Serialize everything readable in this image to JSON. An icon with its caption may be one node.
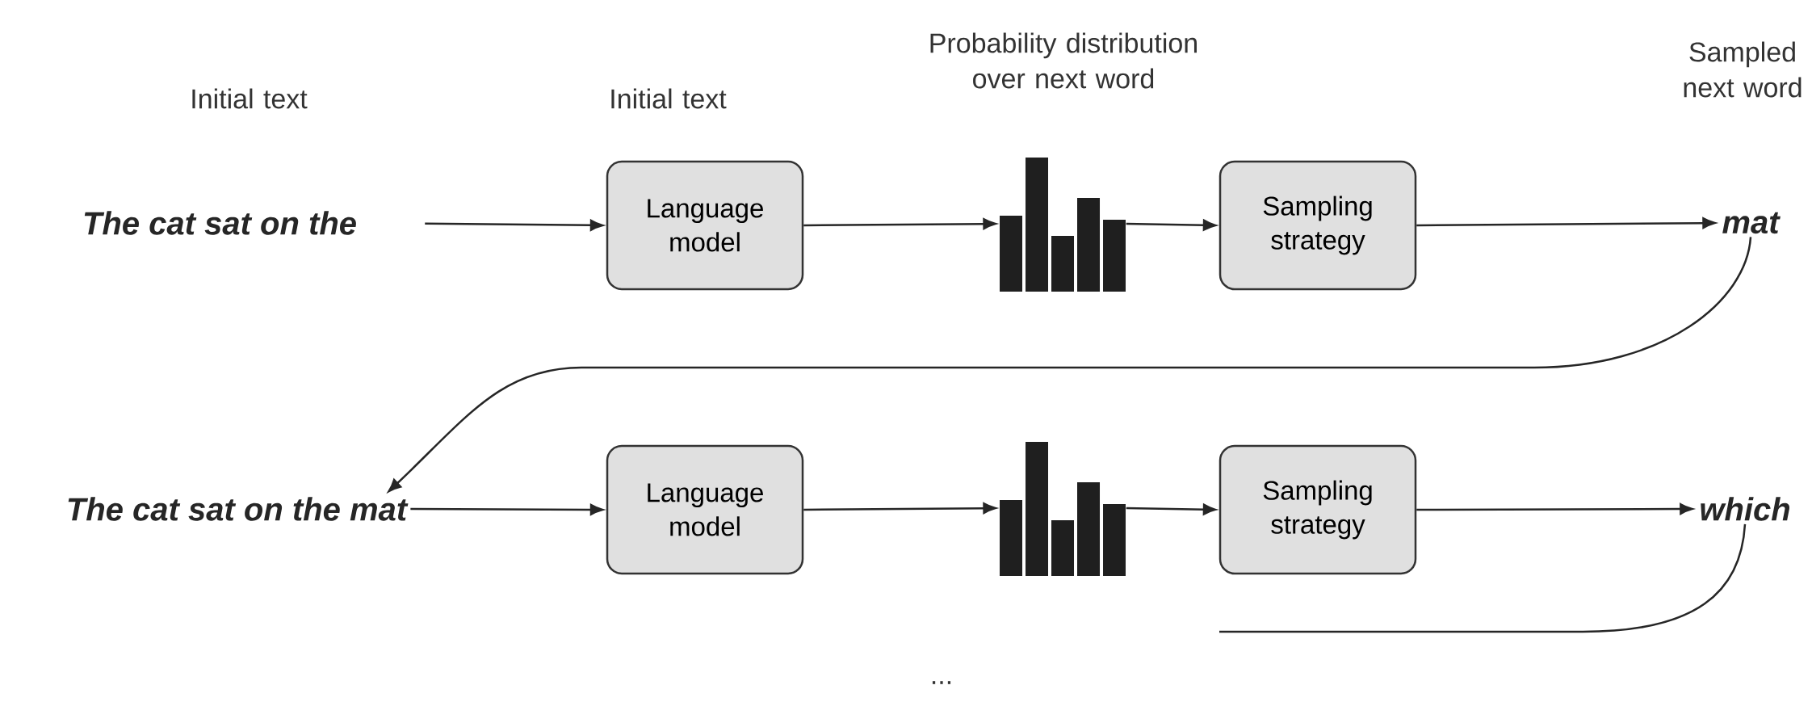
{
  "diagram": {
    "nodes": [
      {
        "text": [
          "The cat sat on the"
        ]
      },
      {
        "text": [
          "Language model"
        ]
      },
      {
        "text": [],
        "shape": "picture"
      },
      {
        "text": [
          "Sampling strategy"
        ]
      },
      {
        "text": [
          "mat"
        ]
      },
      {
        "text": [
          "The cat sat on the mat"
        ]
      },
      {
        "text": [
          "Language model"
        ]
      },
      {
        "text": [],
        "shape": "picture"
      },
      {
        "text": [
          "Sampling strategy"
        ]
      },
      {
        "text": [
          "which"
        ]
      }
    ],
    "edges": [
      {
        "from": 0,
        "to": 1,
        "arrow": "to"
      },
      {
        "from": 1,
        "to": 2,
        "arrow": "to"
      },
      {
        "from": 2,
        "to": 3,
        "arrow": "to"
      },
      {
        "from": 3,
        "to": 4,
        "arrow": "to"
      },
      {
        "from": 4,
        "to": 5,
        "arrow": "to"
      },
      {
        "from": 5,
        "to": 6,
        "arrow": "to"
      },
      {
        "from": 6,
        "to": 7,
        "arrow": "to"
      },
      {
        "from": 7,
        "to": 8,
        "arrow": "to"
      },
      {
        "from": 8,
        "to": 9,
        "arrow": "to"
      },
      {
        "from": 9,
        "to": null,
        "arrow": "none"
      }
    ],
    "labels": [
      "Initial text",
      "Initial text",
      "Probability distribution over next word",
      "Sampled next word",
      "..."
    ]
  }
}
